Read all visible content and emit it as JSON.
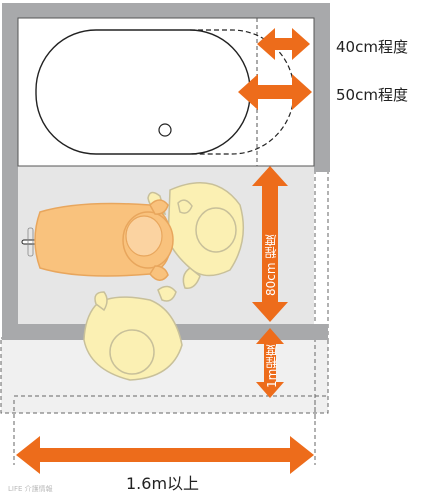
{
  "labels": {
    "tub_gap_small": "40cm程度",
    "tub_gap_large": "50cm程度",
    "room_depth": "80cm 程度",
    "outside_depth": "1m程度",
    "room_width": "1.6m以上"
  },
  "watermark": "LIFE 介護情報",
  "colors": {
    "arrow": "#ed6c1b",
    "wall": "#a8a9ab",
    "floor": "#e6e6e6",
    "caregiver": "#fbf0b3",
    "person_seated": "#f9c27d"
  }
}
